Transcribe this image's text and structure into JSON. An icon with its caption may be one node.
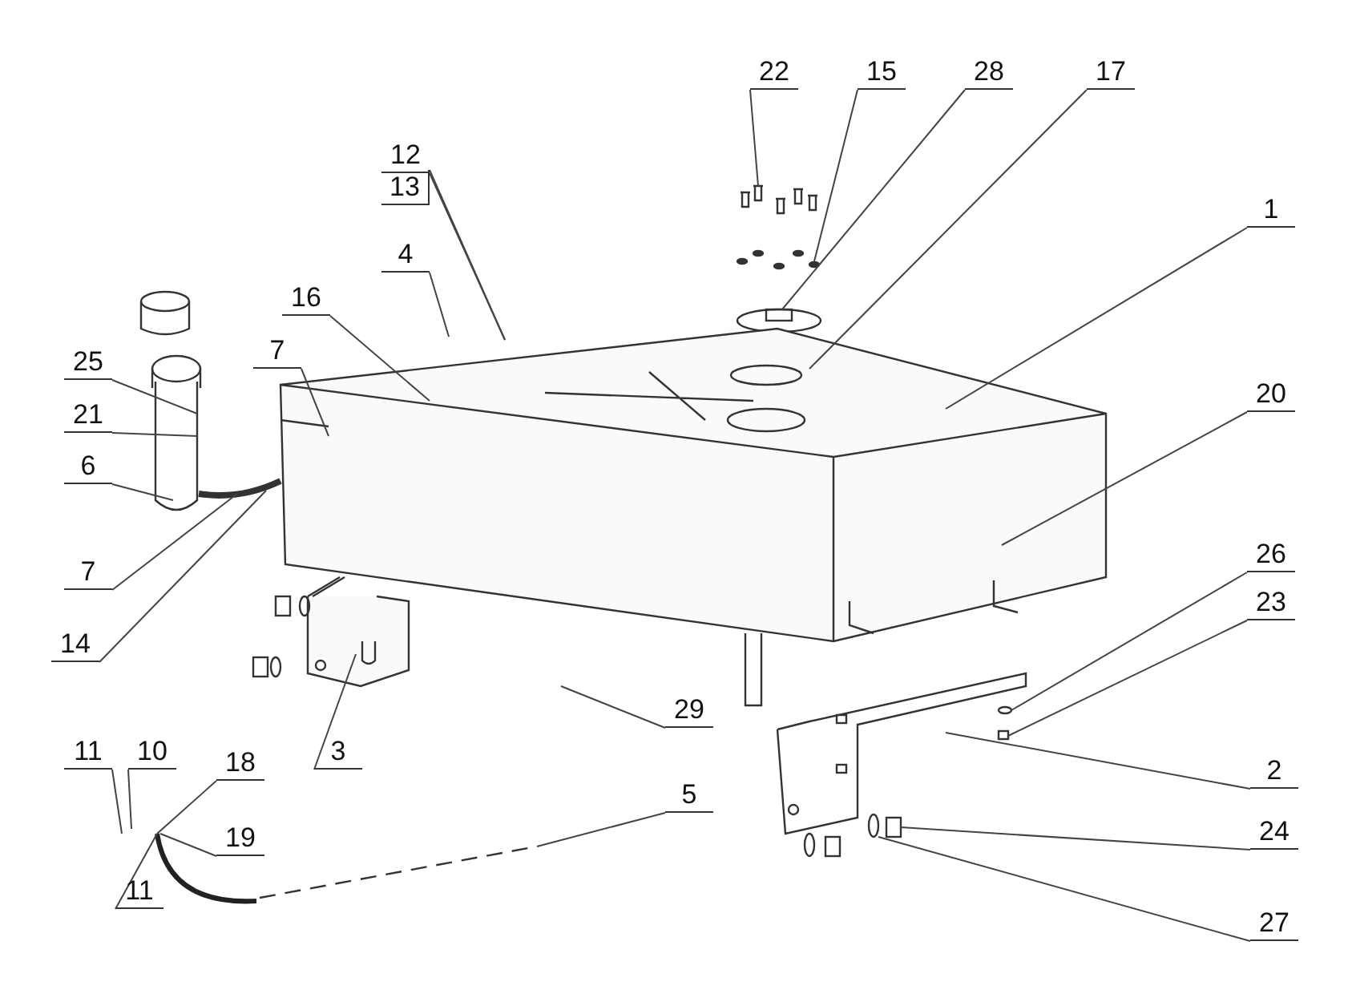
{
  "diagram": {
    "nodes": [
      {
        "text": [
          "22"
        ]
      },
      {
        "text": [
          "15"
        ]
      },
      {
        "text": [
          "28"
        ]
      },
      {
        "text": [
          "17"
        ]
      },
      {
        "text": [
          "12"
        ]
      },
      {
        "text": [
          "13"
        ]
      },
      {
        "text": [
          "1"
        ]
      },
      {
        "text": [
          "4"
        ]
      },
      {
        "text": [
          "16"
        ]
      },
      {
        "text": [
          "7"
        ]
      },
      {
        "text": [
          "25"
        ]
      },
      {
        "text": [
          "21"
        ]
      },
      {
        "text": [
          "20"
        ]
      },
      {
        "text": [
          "6"
        ]
      },
      {
        "text": [
          "7"
        ]
      },
      {
        "text": [
          "26"
        ]
      },
      {
        "text": [
          "14"
        ]
      },
      {
        "text": [
          "23"
        ]
      },
      {
        "text": [
          "29"
        ]
      },
      {
        "text": [
          "3"
        ]
      },
      {
        "text": [
          "11"
        ]
      },
      {
        "text": [
          "10"
        ]
      },
      {
        "text": [
          "18"
        ]
      },
      {
        "text": [
          "2"
        ]
      },
      {
        "text": [
          "5"
        ]
      },
      {
        "text": [
          "24"
        ]
      },
      {
        "text": [
          "19"
        ]
      },
      {
        "text": [
          "11"
        ]
      },
      {
        "text": [
          "27"
        ]
      },
      {
        "text": [],
        "shape": "picture"
      },
      {
        "text": [],
        "shape": "picture"
      },
      {
        "text": [],
        "shape": "picture"
      },
      {
        "text": [],
        "shape": "picture"
      },
      {
        "text": [],
        "shape": "picture"
      },
      {
        "text": [],
        "shape": "picture"
      },
      {
        "text": [],
        "shape": "picture"
      },
      {
        "text": [],
        "shape": "circle"
      },
      {
        "text": [],
        "shape": "box"
      },
      {
        "text": [],
        "shape": "box"
      },
      {
        "text": [],
        "shape": "circle"
      },
      {
        "text": [],
        "shape": "picture"
      },
      {
        "text": [],
        "shape": "picture"
      }
    ],
    "edges": [
      {
        "from": 0,
        "to": 29,
        "arrow": "none"
      },
      {
        "from": 1,
        "to": 30,
        "arrow": "none"
      },
      {
        "from": 2,
        "to": 31,
        "arrow": "none"
      },
      {
        "from": 3,
        "to": 41,
        "arrow": "none"
      },
      {
        "from": 4,
        "to": null,
        "arrow": "none"
      },
      {
        "from": 5,
        "to": null,
        "arrow": "none"
      },
      {
        "from": 6,
        "to": 41,
        "arrow": "none"
      },
      {
        "from": 7,
        "to": null,
        "arrow": "none"
      },
      {
        "from": 8,
        "to": 41,
        "arrow": "none"
      },
      {
        "from": 9,
        "to": 41,
        "arrow": "none"
      },
      {
        "from": 10,
        "to": 32,
        "arrow": "none"
      },
      {
        "from": 11,
        "to": 32,
        "arrow": "none"
      },
      {
        "from": 12,
        "to": 41,
        "arrow": "none"
      },
      {
        "from": 13,
        "to": 32,
        "arrow": "none"
      },
      {
        "from": 14,
        "to": 33,
        "arrow": "none"
      },
      {
        "from": 15,
        "to": 36,
        "arrow": "none"
      },
      {
        "from": 16,
        "to": 33,
        "arrow": "none"
      },
      {
        "from": 17,
        "to": 37,
        "arrow": "none"
      },
      {
        "from": 18,
        "to": null,
        "arrow": "none"
      },
      {
        "from": 19,
        "to": 34,
        "arrow": "none"
      },
      {
        "from": 20,
        "to": null,
        "arrow": "none"
      },
      {
        "from": 21,
        "to": null,
        "arrow": "none"
      },
      {
        "from": 22,
        "to": 40,
        "arrow": "none"
      },
      {
        "from": 23,
        "to": 35,
        "arrow": "none"
      },
      {
        "from": 24,
        "to": 40,
        "arrow": "none"
      },
      {
        "from": 25,
        "to": 38,
        "arrow": "none"
      },
      {
        "from": 26,
        "to": 40,
        "arrow": "none"
      },
      {
        "from": 27,
        "to": 40,
        "arrow": "none"
      },
      {
        "from": 28,
        "to": 39,
        "arrow": "none"
      }
    ]
  }
}
